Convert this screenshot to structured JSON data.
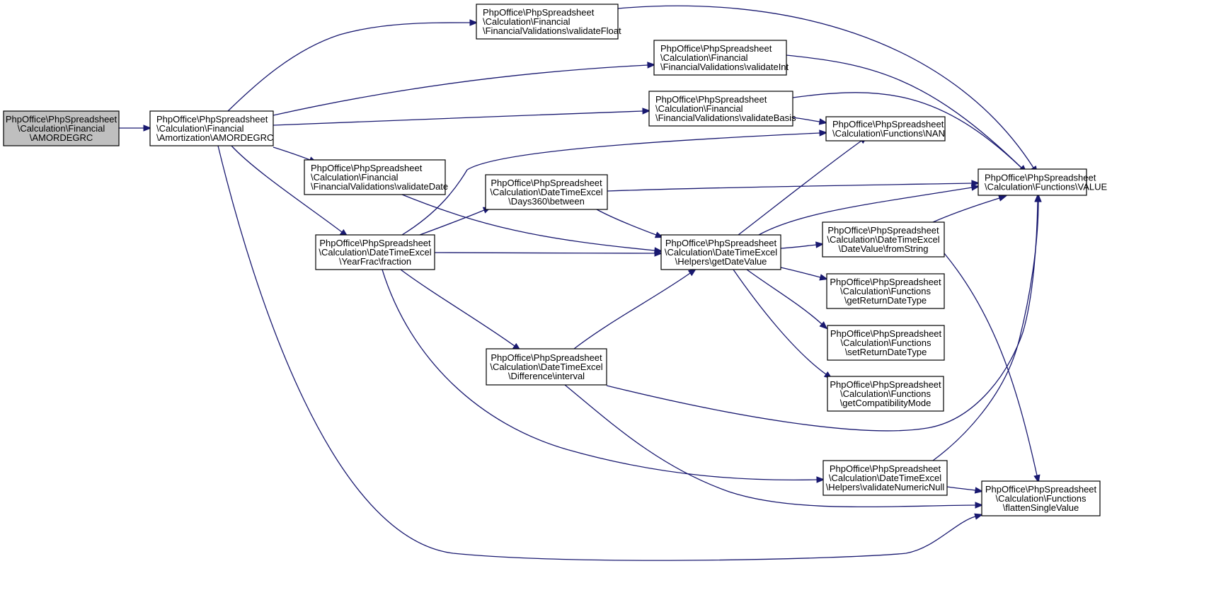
{
  "colors": {
    "edge": "#191970",
    "node_fill": "#ffffff",
    "root_fill": "#bfbfbf",
    "border": "#000000"
  },
  "nodes": [
    {
      "id": "root",
      "lines": [
        "PhpOffice\\PhpSpreadsheet",
        "\\Calculation\\Financial",
        "\\AMORDEGRC"
      ],
      "align": "center",
      "root": true
    },
    {
      "id": "amortization",
      "lines": [
        "PhpOffice\\PhpSpreadsheet",
        "\\Calculation\\Financial",
        "\\Amortization\\AMORDEGRC"
      ],
      "align": "left"
    },
    {
      "id": "validateFloat",
      "lines": [
        "PhpOffice\\PhpSpreadsheet",
        "\\Calculation\\Financial",
        "\\FinancialValidations\\validateFloat"
      ],
      "align": "left"
    },
    {
      "id": "validateInt",
      "lines": [
        "PhpOffice\\PhpSpreadsheet",
        "\\Calculation\\Financial",
        "\\FinancialValidations\\validateInt"
      ],
      "align": "left"
    },
    {
      "id": "validateBasis",
      "lines": [
        "PhpOffice\\PhpSpreadsheet",
        "\\Calculation\\Financial",
        "\\FinancialValidations\\validateBasis"
      ],
      "align": "left"
    },
    {
      "id": "validateDate",
      "lines": [
        "PhpOffice\\PhpSpreadsheet",
        "\\Calculation\\Financial",
        "\\FinancialValidations\\validateDate"
      ],
      "align": "left"
    },
    {
      "id": "nan",
      "lines": [
        "PhpOffice\\PhpSpreadsheet",
        "\\Calculation\\Functions\\NAN"
      ],
      "align": "left"
    },
    {
      "id": "value",
      "lines": [
        "PhpOffice\\PhpSpreadsheet",
        "\\Calculation\\Functions\\VALUE"
      ],
      "align": "left"
    },
    {
      "id": "days360",
      "lines": [
        "PhpOffice\\PhpSpreadsheet",
        "\\Calculation\\DateTimeExcel",
        "\\Days360\\between"
      ],
      "align": "center"
    },
    {
      "id": "yearfrac",
      "lines": [
        "PhpOffice\\PhpSpreadsheet",
        "\\Calculation\\DateTimeExcel",
        "\\YearFrac\\fraction"
      ],
      "align": "center"
    },
    {
      "id": "getDateValue",
      "lines": [
        "PhpOffice\\PhpSpreadsheet",
        "\\Calculation\\DateTimeExcel",
        "\\Helpers\\getDateValue"
      ],
      "align": "center"
    },
    {
      "id": "fromString",
      "lines": [
        "PhpOffice\\PhpSpreadsheet",
        "\\Calculation\\DateTimeExcel",
        "\\DateValue\\fromString"
      ],
      "align": "center"
    },
    {
      "id": "getReturnDateType",
      "lines": [
        "PhpOffice\\PhpSpreadsheet",
        "\\Calculation\\Functions",
        "\\getReturnDateType"
      ],
      "align": "center"
    },
    {
      "id": "setReturnDateType",
      "lines": [
        "PhpOffice\\PhpSpreadsheet",
        "\\Calculation\\Functions",
        "\\setReturnDateType"
      ],
      "align": "center"
    },
    {
      "id": "getCompatibilityMode",
      "lines": [
        "PhpOffice\\PhpSpreadsheet",
        "\\Calculation\\Functions",
        "\\getCompatibilityMode"
      ],
      "align": "center"
    },
    {
      "id": "interval",
      "lines": [
        "PhpOffice\\PhpSpreadsheet",
        "\\Calculation\\DateTimeExcel",
        "\\Difference\\interval"
      ],
      "align": "center"
    },
    {
      "id": "validateNumericNull",
      "lines": [
        "PhpOffice\\PhpSpreadsheet",
        "\\Calculation\\DateTimeExcel",
        "\\Helpers\\validateNumericNull"
      ],
      "align": "center"
    },
    {
      "id": "flattenSingleValue",
      "lines": [
        "PhpOffice\\PhpSpreadsheet",
        "\\Calculation\\Functions",
        "\\flattenSingleValue"
      ],
      "align": "center"
    }
  ],
  "edges": [
    {
      "from": "root",
      "to": "amortization"
    },
    {
      "from": "amortization",
      "to": "validateFloat"
    },
    {
      "from": "amortization",
      "to": "validateInt"
    },
    {
      "from": "amortization",
      "to": "validateBasis"
    },
    {
      "from": "amortization",
      "to": "validateDate"
    },
    {
      "from": "amortization",
      "to": "yearfrac"
    },
    {
      "from": "amortization",
      "to": "flattenSingleValue"
    },
    {
      "from": "validateFloat",
      "to": "value"
    },
    {
      "from": "validateInt",
      "to": "value"
    },
    {
      "from": "validateBasis",
      "to": "value"
    },
    {
      "from": "validateBasis",
      "to": "nan"
    },
    {
      "from": "validateDate",
      "to": "getDateValue"
    },
    {
      "from": "yearfrac",
      "to": "nan"
    },
    {
      "from": "yearfrac",
      "to": "days360"
    },
    {
      "from": "yearfrac",
      "to": "getDateValue"
    },
    {
      "from": "yearfrac",
      "to": "interval"
    },
    {
      "from": "yearfrac",
      "to": "validateNumericNull"
    },
    {
      "from": "days360",
      "to": "value"
    },
    {
      "from": "days360",
      "to": "getDateValue"
    },
    {
      "from": "getDateValue",
      "to": "nan"
    },
    {
      "from": "getDateValue",
      "to": "value"
    },
    {
      "from": "getDateValue",
      "to": "fromString"
    },
    {
      "from": "getDateValue",
      "to": "getReturnDateType"
    },
    {
      "from": "getDateValue",
      "to": "setReturnDateType"
    },
    {
      "from": "getDateValue",
      "to": "getCompatibilityMode"
    },
    {
      "from": "interval",
      "to": "getDateValue"
    },
    {
      "from": "interval",
      "to": "value"
    },
    {
      "from": "interval",
      "to": "flattenSingleValue"
    },
    {
      "from": "fromString",
      "to": "value"
    },
    {
      "from": "fromString",
      "to": "flattenSingleValue"
    },
    {
      "from": "validateNumericNull",
      "to": "value"
    },
    {
      "from": "validateNumericNull",
      "to": "flattenSingleValue"
    }
  ]
}
